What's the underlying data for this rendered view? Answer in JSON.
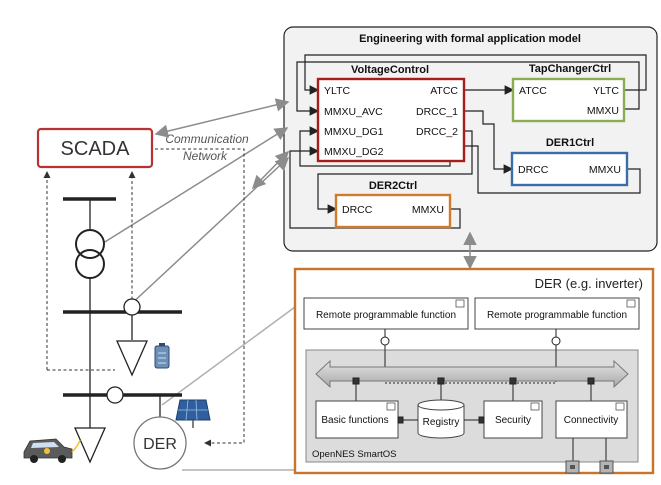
{
  "scada": {
    "label": "SCADA"
  },
  "network": {
    "line1": "Communication",
    "line2": "Network"
  },
  "engineering": {
    "title": "Engineering with formal application model",
    "voltage_control": {
      "title": "VoltageControl",
      "left_ports": [
        "YLTC",
        "MMXU_AVC",
        "MMXU_DG1",
        "MMXU_DG2"
      ],
      "right_ports": [
        "ATCC",
        "DRCC_1",
        "DRCC_2"
      ]
    },
    "tap_changer": {
      "title": "TapChangerCtrl",
      "left": "ATCC",
      "right_top": "YLTC",
      "right_bottom": "MMXU"
    },
    "der1": {
      "title": "DER1Ctrl",
      "left": "DRCC",
      "right": "MMXU"
    },
    "der2": {
      "title": "DER2Ctrl",
      "left": "DRCC",
      "right": "MMXU"
    }
  },
  "der_device": {
    "title": "DER (e.g. inverter)",
    "remote_fn_1": "Remote programmable function",
    "remote_fn_2": "Remote programmable function",
    "components": [
      "Basic functions",
      "Registry",
      "Security",
      "Connectivity"
    ],
    "os_label": "OpenNES SmartOS"
  },
  "grid": {
    "der_label": "DER"
  },
  "colors": {
    "voltage_control": "#a51d1d",
    "tap_changer": "#8aae4f",
    "der1": "#3b6ea8",
    "der2": "#d07a2a",
    "der_frame": "#c8742c",
    "scada": "#b83232",
    "arrow_gray": "#8c8c8c"
  }
}
